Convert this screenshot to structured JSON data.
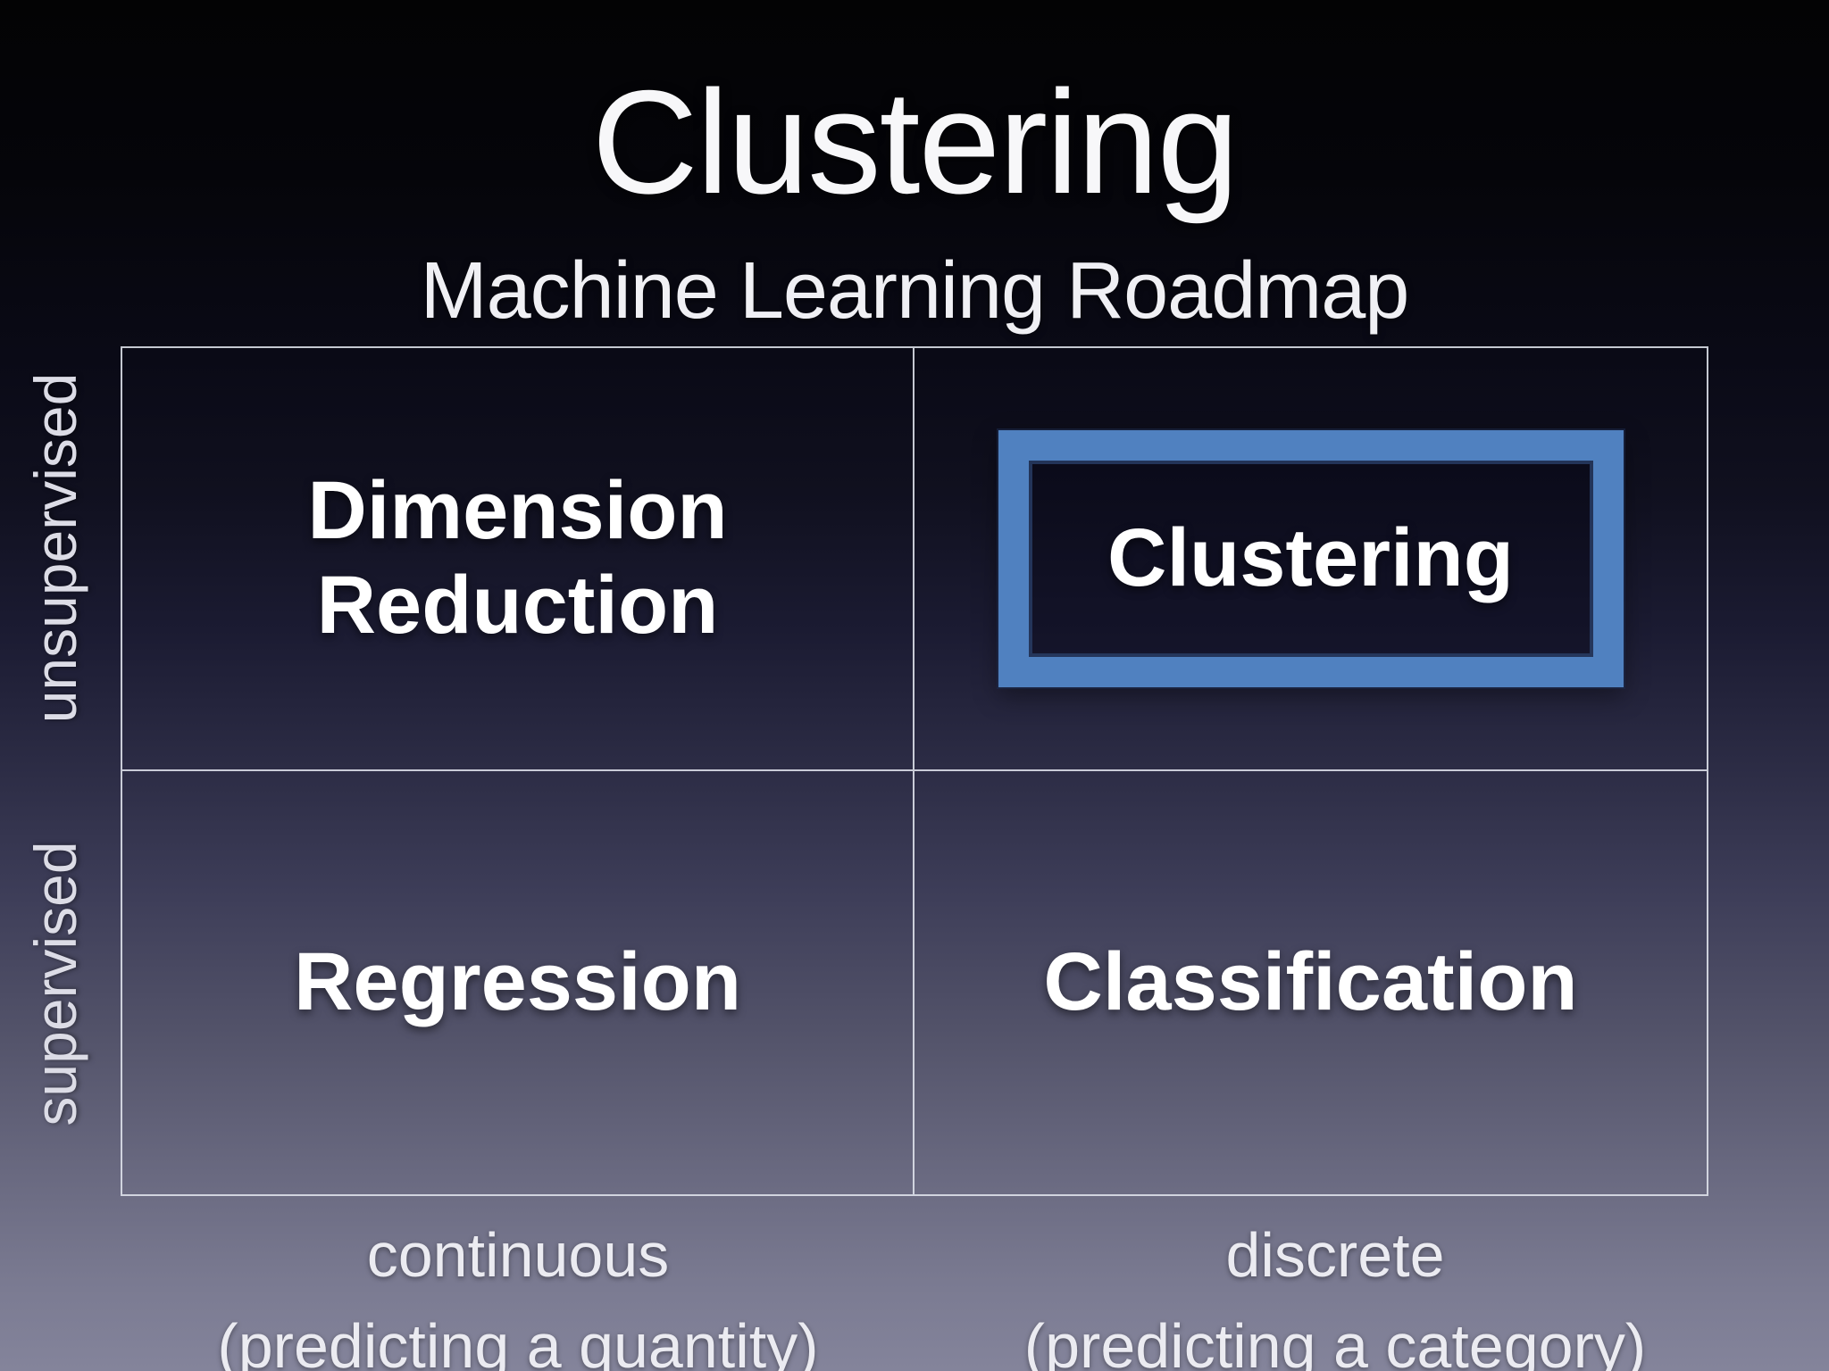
{
  "slide": {
    "title": "Clustering",
    "subtitle": "Machine Learning Roadmap"
  },
  "matrix": {
    "quadrants": [
      {
        "label": "Dimension\nReduction",
        "row": "unsupervised",
        "col": "continuous",
        "highlighted": false
      },
      {
        "label": "Clustering",
        "row": "unsupervised",
        "col": "discrete",
        "highlighted": true
      },
      {
        "label": "Regression",
        "row": "supervised",
        "col": "continuous",
        "highlighted": false
      },
      {
        "label": "Classification",
        "row": "supervised",
        "col": "discrete",
        "highlighted": false
      }
    ],
    "row_labels": [
      {
        "label": "unsupervised"
      },
      {
        "label": "supervised"
      }
    ],
    "col_labels": [
      {
        "label": "continuous",
        "sublabel": "(predicting a quantity)"
      },
      {
        "label": "discrete",
        "sublabel": "(predicting a category)"
      }
    ]
  },
  "colors": {
    "highlight_border": "#5081c0",
    "grid_line": "#dfe3ec",
    "background_top": "#030304",
    "background_bottom": "#84849b",
    "quadrant_text": "#ffffff",
    "axis_text": "#e6e6ee"
  }
}
